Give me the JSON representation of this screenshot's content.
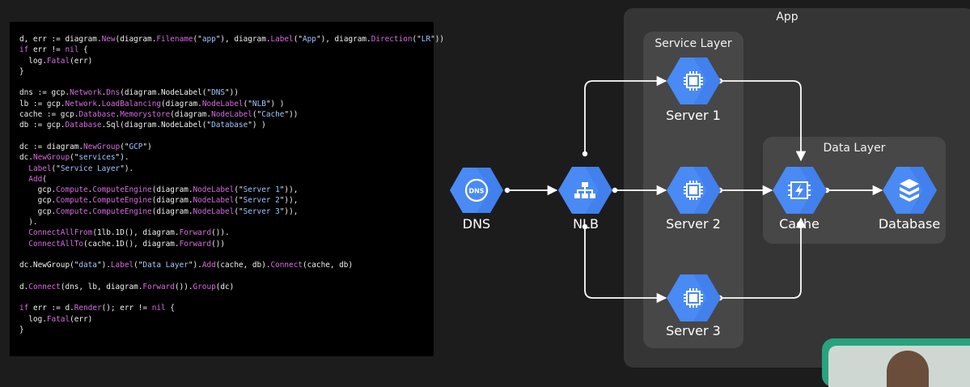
{
  "code": {
    "lines": [
      [
        {
          "t": "d, err := diagram."
        },
        {
          "t": "New",
          "c": "hl"
        },
        {
          "t": "(diagram."
        },
        {
          "t": "Filename",
          "c": "hl"
        },
        {
          "t": "(\""
        },
        {
          "t": "app",
          "c": "str"
        },
        {
          "t": "\"), diagram."
        },
        {
          "t": "Label",
          "c": "hl"
        },
        {
          "t": "(\""
        },
        {
          "t": "App",
          "c": "str"
        },
        {
          "t": "\"), diagram."
        },
        {
          "t": "Direction",
          "c": "hl"
        },
        {
          "t": "(\""
        },
        {
          "t": "LR",
          "c": "str"
        },
        {
          "t": "\"))"
        }
      ],
      [
        {
          "t": "if",
          "c": "hl"
        },
        {
          "t": " err != "
        },
        {
          "t": "nil",
          "c": "hl"
        },
        {
          "t": " {"
        }
      ],
      [
        {
          "t": "  log."
        },
        {
          "t": "Fatal",
          "c": "hl"
        },
        {
          "t": "(err)"
        }
      ],
      [
        {
          "t": "}"
        }
      ],
      [],
      [
        {
          "t": "dns := gcp."
        },
        {
          "t": "Network",
          "c": "hl"
        },
        {
          "t": "."
        },
        {
          "t": "Dns",
          "c": "hl"
        },
        {
          "t": "(diagram.NodeLabel(\""
        },
        {
          "t": "DNS",
          "c": "str"
        },
        {
          "t": "\"))"
        }
      ],
      [
        {
          "t": "lb := gcp."
        },
        {
          "t": "Network",
          "c": "hl"
        },
        {
          "t": "."
        },
        {
          "t": "LoadBalancing",
          "c": "hl"
        },
        {
          "t": "(diagram."
        },
        {
          "t": "NodeLabel",
          "c": "hl"
        },
        {
          "t": "(\""
        },
        {
          "t": "NLB",
          "c": "str"
        },
        {
          "t": "\") )"
        }
      ],
      [
        {
          "t": "cache := gcp."
        },
        {
          "t": "Database",
          "c": "hl"
        },
        {
          "t": "."
        },
        {
          "t": "Memorystore",
          "c": "hl"
        },
        {
          "t": "(diagram."
        },
        {
          "t": "NodeLabel",
          "c": "hl"
        },
        {
          "t": "(\""
        },
        {
          "t": "Cache",
          "c": "str"
        },
        {
          "t": "\"))"
        }
      ],
      [
        {
          "t": "db := gcp."
        },
        {
          "t": "Database",
          "c": "hl"
        },
        {
          "t": ".Sql(diagram.NodeLabel(\""
        },
        {
          "t": "Database",
          "c": "str"
        },
        {
          "t": "\") )"
        }
      ],
      [],
      [
        {
          "t": "dc := diagram."
        },
        {
          "t": "NewGroup",
          "c": "hl"
        },
        {
          "t": "(\""
        },
        {
          "t": "GCP",
          "c": "str"
        },
        {
          "t": "\")"
        }
      ],
      [
        {
          "t": "dc."
        },
        {
          "t": "NewGroup",
          "c": "hl"
        },
        {
          "t": "(\""
        },
        {
          "t": "services",
          "c": "str"
        },
        {
          "t": "\")."
        }
      ],
      [
        {
          "t": "  "
        },
        {
          "t": "Label",
          "c": "hl"
        },
        {
          "t": "(\""
        },
        {
          "t": "Service Layer",
          "c": "str"
        },
        {
          "t": "\")."
        }
      ],
      [
        {
          "t": "  "
        },
        {
          "t": "Add",
          "c": "hl"
        },
        {
          "t": "("
        }
      ],
      [
        {
          "t": "    gcp."
        },
        {
          "t": "Compute",
          "c": "hl"
        },
        {
          "t": "."
        },
        {
          "t": "ComputeEngine",
          "c": "hl"
        },
        {
          "t": "(diagram."
        },
        {
          "t": "NodeLabel",
          "c": "hl"
        },
        {
          "t": "(\""
        },
        {
          "t": "Server 1",
          "c": "str"
        },
        {
          "t": "\")),"
        }
      ],
      [
        {
          "t": "    gcp."
        },
        {
          "t": "Compute",
          "c": "hl"
        },
        {
          "t": "."
        },
        {
          "t": "ComputeEngine",
          "c": "hl"
        },
        {
          "t": "(diagram."
        },
        {
          "t": "NodeLabel",
          "c": "hl"
        },
        {
          "t": "(\""
        },
        {
          "t": "Server 2",
          "c": "str"
        },
        {
          "t": "\")),"
        }
      ],
      [
        {
          "t": "    gcp."
        },
        {
          "t": "Compute",
          "c": "hl"
        },
        {
          "t": "."
        },
        {
          "t": "ComputeEngine",
          "c": "hl"
        },
        {
          "t": "(diagram."
        },
        {
          "t": "NodeLabel",
          "c": "hl"
        },
        {
          "t": "(\""
        },
        {
          "t": "Server 3",
          "c": "str"
        },
        {
          "t": "\")),"
        }
      ],
      [
        {
          "t": "  )."
        }
      ],
      [
        {
          "t": "  "
        },
        {
          "t": "ConnectAllFrom",
          "c": "hl"
        },
        {
          "t": "(1lb.1D(), diagram."
        },
        {
          "t": "Forward",
          "c": "hl"
        },
        {
          "t": "())."
        }
      ],
      [
        {
          "t": "  "
        },
        {
          "t": "ConnectAllTo",
          "c": "hl"
        },
        {
          "t": "(cache.1D(), diagram."
        },
        {
          "t": "Forward",
          "c": "hl"
        },
        {
          "t": "())"
        }
      ],
      [],
      [
        {
          "t": "dc.NewGroup(\""
        },
        {
          "t": "data",
          "c": "str"
        },
        {
          "t": "\")."
        },
        {
          "t": "Label",
          "c": "hl"
        },
        {
          "t": "(\""
        },
        {
          "t": "Data Layer",
          "c": "str"
        },
        {
          "t": "\")."
        },
        {
          "t": "Add",
          "c": "hl"
        },
        {
          "t": "(cache, db)."
        },
        {
          "t": "Connect",
          "c": "hl"
        },
        {
          "t": "(cache, db)"
        }
      ],
      [],
      [
        {
          "t": "d."
        },
        {
          "t": "Connect",
          "c": "hl"
        },
        {
          "t": "(dns, lb, diagram."
        },
        {
          "t": "Forward",
          "c": "hl"
        },
        {
          "t": "())."
        },
        {
          "t": "Group",
          "c": "hl"
        },
        {
          "t": "(dc)"
        }
      ],
      [],
      [
        {
          "t": "if",
          "c": "hl"
        },
        {
          "t": " err := d."
        },
        {
          "t": "Render",
          "c": "hl"
        },
        {
          "t": "(); err != "
        },
        {
          "t": "nil",
          "c": "hl"
        },
        {
          "t": " {"
        }
      ],
      [
        {
          "t": "  log."
        },
        {
          "t": "Fatal",
          "c": "hl"
        },
        {
          "t": "(err)"
        }
      ],
      [
        {
          "t": "}"
        }
      ]
    ]
  },
  "groups": {
    "app": "App",
    "service_layer": "Service Layer",
    "data_layer": "Data Layer"
  },
  "nodes": {
    "dns": "DNS",
    "nlb": "NLB",
    "server1": "Server 1",
    "server2": "Server 2",
    "server3": "Server 3",
    "cache": "Cache",
    "database": "Database"
  },
  "colors": {
    "node_blue": "#4a8af4",
    "node_blue_dark": "#3b78e7",
    "edge": "#ffffff",
    "highlight": "#d76be0",
    "string": "#9ec8ff"
  }
}
